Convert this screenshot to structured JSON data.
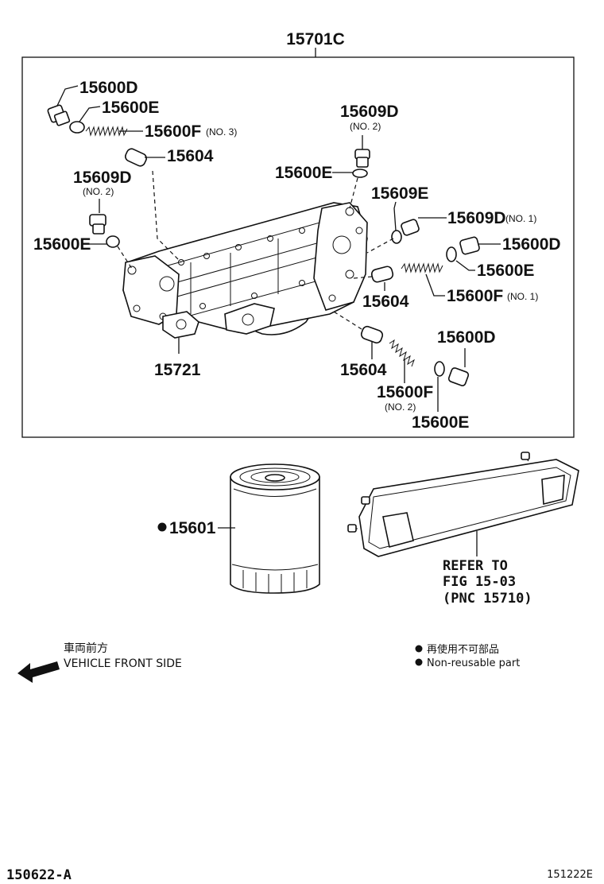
{
  "assembly_label": "15701C",
  "callouts": {
    "c1": "15600D",
    "c2": "15600E",
    "c3": "15600F",
    "c3_note": "(NO. 3)",
    "c4": "15604",
    "c5": "15609D",
    "c5_note": "(NO. 2)",
    "c6": "15600E",
    "c7": "15609D",
    "c7_note": "(NO. 2)",
    "c8": "15600E",
    "c9": "15609E",
    "c10": "15609D",
    "c10_note": "(NO. 1)",
    "c11": "15600D",
    "c12": "15600E",
    "c13": "15604",
    "c14": "15600F",
    "c14_note": "(NO. 1)",
    "c15": "15721",
    "c16": "15604",
    "c17": "15600D",
    "c18": "15600F",
    "c18_note": "(NO. 2)",
    "c19": "15600E",
    "c20": "15601"
  },
  "refer": {
    "line1": "REFER TO",
    "line2": "FIG 15-03",
    "line3": "(PNC 15710)"
  },
  "direction": {
    "jp": "車両前方",
    "en": "VEHICLE FRONT SIDE"
  },
  "legend": {
    "jp": "再使用不可部品",
    "en": "Non-reusable part"
  },
  "footer": {
    "left": "150622-A",
    "right": "151222E"
  }
}
